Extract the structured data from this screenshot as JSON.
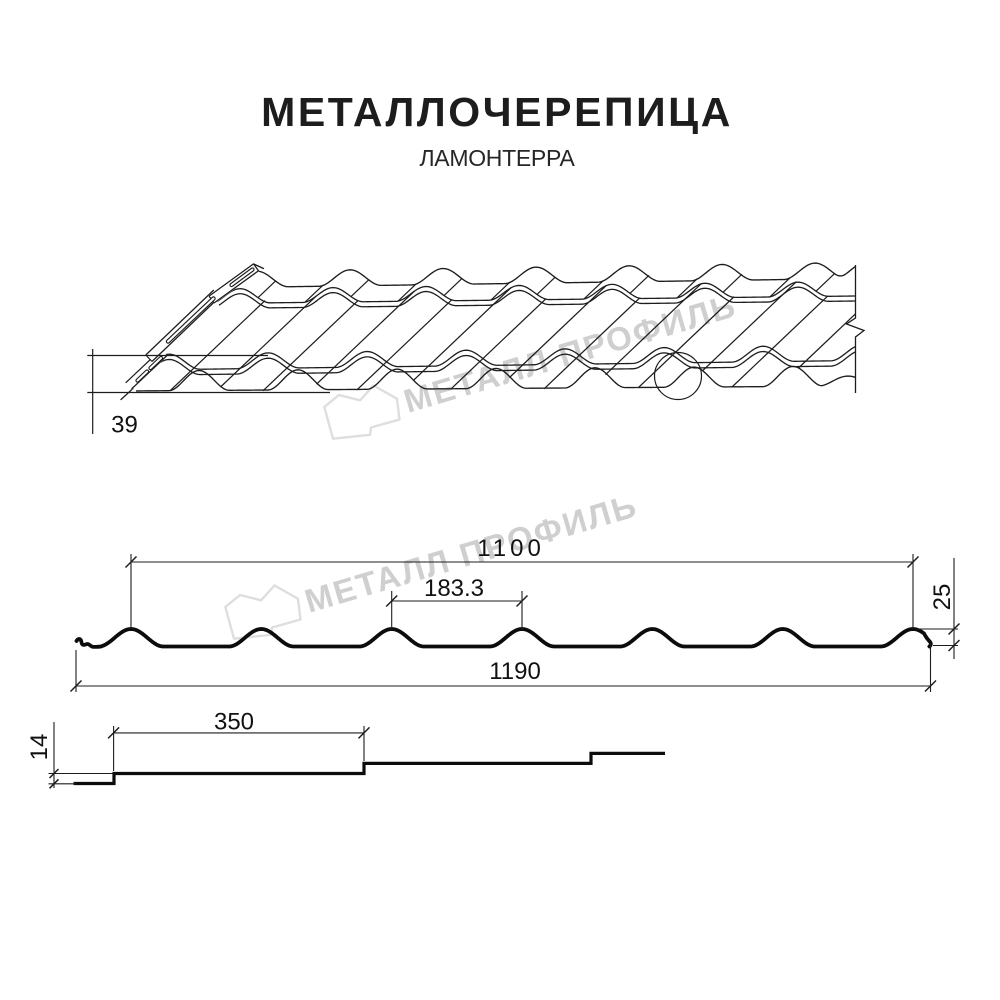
{
  "title": {
    "heading": "МЕТАЛЛОЧЕРЕПИЦА",
    "subtitle": "ЛАМОНТЕРРА"
  },
  "watermark": {
    "text": "МЕТАЛЛ ПРОФИЛЬ",
    "text_color": "#d2d2d2",
    "logo_color": "#dedede"
  },
  "perspective_view": {
    "dim_step_height": "39"
  },
  "profile_view": {
    "dim_full_width": "1190",
    "dim_cover_width": "1100",
    "dim_wave_step": "183.3",
    "dim_wave_height": "25"
  },
  "module_view": {
    "dim_module_length": "350",
    "dim_step_height": "14"
  },
  "colors": {
    "line": "#1d1d1d",
    "thick_line": "#0c0c0c",
    "text": "#1d1d1d"
  }
}
